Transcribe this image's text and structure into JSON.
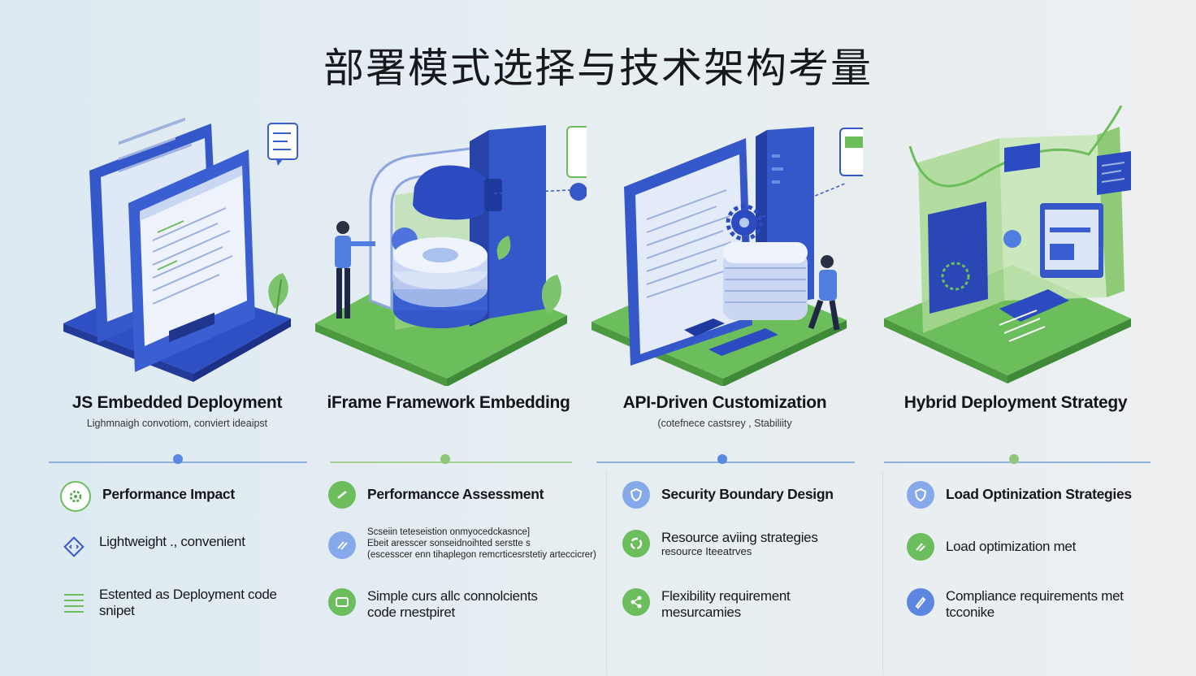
{
  "page": {
    "title": "部署模式选择与技术架构考量"
  },
  "colors": {
    "blue": "#3457c9",
    "blue_light": "#6f93e6",
    "green": "#6cbd5c",
    "green_light": "#a9d892"
  },
  "columns": [
    {
      "title": "JS Embedded Deployment",
      "subtitle": "Lighmnaigh convotiom, conviert ideaipst",
      "features": [
        {
          "icon": "gear-badge-icon",
          "text": "Performance Impact"
        },
        {
          "icon": "diamond-code-icon",
          "text": "Lightweight ., convenient"
        },
        {
          "icon": "list-lines-icon",
          "text": "Estented as Deployment code snipet"
        }
      ]
    },
    {
      "title": "iFrame Framework Embedding",
      "features": [
        {
          "icon": "check-circle-icon",
          "text": "Performancce Assessment"
        },
        {
          "icon": "slash-circle-icon",
          "lines": [
            "Scseiin teteseistion onmyocedckasnce]",
            "Ebeit aresscer sonseidnoihted serstte s",
            "(escesscer enn tihaplegon remcrticesrstetiy arteccicrer)"
          ]
        },
        {
          "icon": "window-circle-icon",
          "text": "Simple curs allc connolcients code rnestpiret"
        }
      ]
    },
    {
      "title": "API-Driven Customization",
      "subtitle": "(cotefnece castsrey , Stabiliity",
      "features": [
        {
          "icon": "shield-icon",
          "text": "Security Boundary Design"
        },
        {
          "icon": "recycle-icon",
          "text": "Resource aviing strategies",
          "sub": "resource Iteeatrves"
        },
        {
          "icon": "share-icon",
          "text": "Flexibility requirement mesurcamies"
        }
      ]
    },
    {
      "title": "Hybrid Deployment Strategy",
      "features": [
        {
          "icon": "shield-outline-icon",
          "text": "Load Optinization Strategies"
        },
        {
          "icon": "check-slash-icon",
          "text": "Load optimization met"
        },
        {
          "icon": "pen-icon",
          "text": "Compliance requirements met tcconike"
        }
      ]
    }
  ]
}
